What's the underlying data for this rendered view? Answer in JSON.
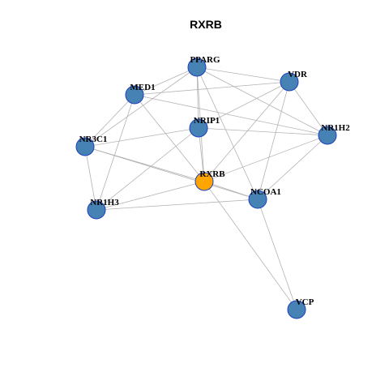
{
  "title": "RXRB",
  "colors": {
    "node": "#4682b4",
    "hub": "#ffa500",
    "edge": "#b3b3b3",
    "border": "#1f3fbf"
  },
  "nodes": [
    {
      "id": "PPARG",
      "label": "PPARG",
      "hub": false
    },
    {
      "id": "VDR",
      "label": "VDR",
      "hub": false
    },
    {
      "id": "MED1",
      "label": "MED1",
      "hub": false
    },
    {
      "id": "NRIP1",
      "label": "NRIP1",
      "hub": false
    },
    {
      "id": "NR1H2",
      "label": "NR1H2",
      "hub": false
    },
    {
      "id": "NR3C1",
      "label": "NR3C1",
      "hub": false
    },
    {
      "id": "RXRB",
      "label": "RXRB",
      "hub": true
    },
    {
      "id": "NCOA1",
      "label": "NCOA1",
      "hub": false
    },
    {
      "id": "NR1H3",
      "label": "NR1H3",
      "hub": false
    },
    {
      "id": "VCP",
      "label": "VCP",
      "hub": false
    }
  ],
  "edges": [
    [
      "PPARG",
      "VDR"
    ],
    [
      "PPARG",
      "MED1"
    ],
    [
      "PPARG",
      "NRIP1"
    ],
    [
      "PPARG",
      "NR3C1"
    ],
    [
      "PPARG",
      "RXRB"
    ],
    [
      "PPARG",
      "NCOA1"
    ],
    [
      "PPARG",
      "NR1H2"
    ],
    [
      "MED1",
      "VDR"
    ],
    [
      "MED1",
      "NR3C1"
    ],
    [
      "MED1",
      "NR1H3"
    ],
    [
      "MED1",
      "RXRB"
    ],
    [
      "MED1",
      "NR1H2"
    ],
    [
      "VDR",
      "NRIP1"
    ],
    [
      "VDR",
      "NR1H2"
    ],
    [
      "VDR",
      "RXRB"
    ],
    [
      "VDR",
      "NCOA1"
    ],
    [
      "NRIP1",
      "NR1H2"
    ],
    [
      "NRIP1",
      "NR3C1"
    ],
    [
      "NRIP1",
      "RXRB"
    ],
    [
      "NRIP1",
      "NR1H3"
    ],
    [
      "NR3C1",
      "RXRB"
    ],
    [
      "NR3C1",
      "NR1H3"
    ],
    [
      "NR3C1",
      "NCOA1"
    ],
    [
      "NR1H2",
      "RXRB"
    ],
    [
      "NR1H2",
      "NCOA1"
    ],
    [
      "RXRB",
      "NR1H3"
    ],
    [
      "RXRB",
      "NCOA1"
    ],
    [
      "RXRB",
      "VCP"
    ],
    [
      "NCOA1",
      "NR1H3"
    ],
    [
      "NCOA1",
      "VCP"
    ]
  ]
}
